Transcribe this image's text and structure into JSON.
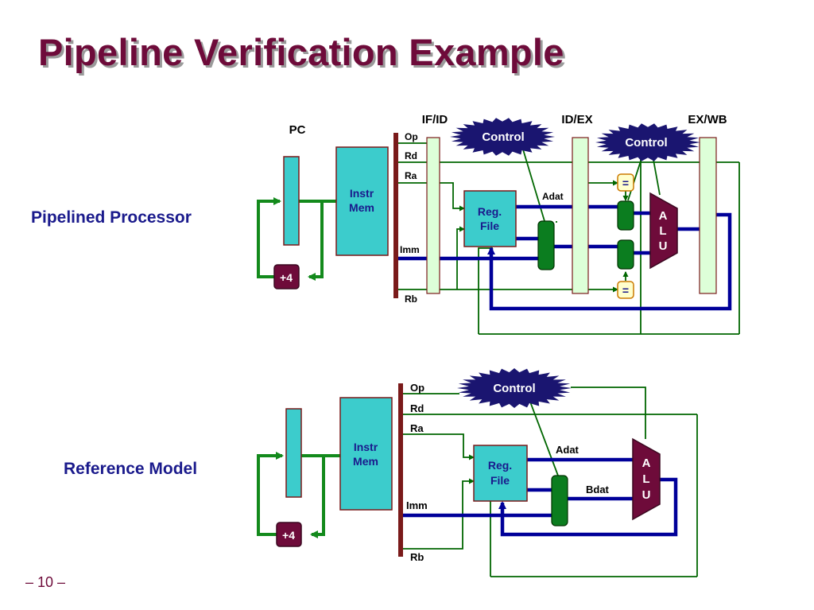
{
  "title": "Pipeline Verification Example",
  "footer": "– 10 –",
  "colors": {
    "title": "#6e0b3a",
    "label": "#1a1a8c",
    "bus": "#000099",
    "wire": "#006600",
    "green_arrow": "#138a1c",
    "pc_fill": "#3ccccc",
    "latch_fill": "#ddffd8",
    "control_fill": "#1a1570"
  },
  "pipelined": {
    "label": "Pipelined Processor",
    "pc": "PC",
    "stages": {
      "ifid": "IF/ID",
      "idex": "ID/EX",
      "exwb": "EX/WB"
    },
    "control1": "Control",
    "control2": "Control",
    "instr_mem": [
      "Instr",
      "Mem"
    ],
    "reg_file": [
      "Reg.",
      "File"
    ],
    "alu": [
      "A",
      "L",
      "U"
    ],
    "plus4": "+4",
    "fields": {
      "op": "Op",
      "rd": "Rd",
      "ra": "Ra",
      "imm": "Imm",
      "rb": "Rb"
    },
    "adat": "Adat",
    "eq": "="
  },
  "reference": {
    "label": "Reference Model",
    "control": "Control",
    "instr_mem": [
      "Instr",
      "Mem"
    ],
    "reg_file": [
      "Reg.",
      "File"
    ],
    "alu": [
      "A",
      "L",
      "U"
    ],
    "plus4": "+4",
    "fields": {
      "op": "Op",
      "rd": "Rd",
      "ra": "Ra",
      "imm": "Imm",
      "rb": "Rb"
    },
    "adat": "Adat",
    "bdat": "Bdat"
  }
}
